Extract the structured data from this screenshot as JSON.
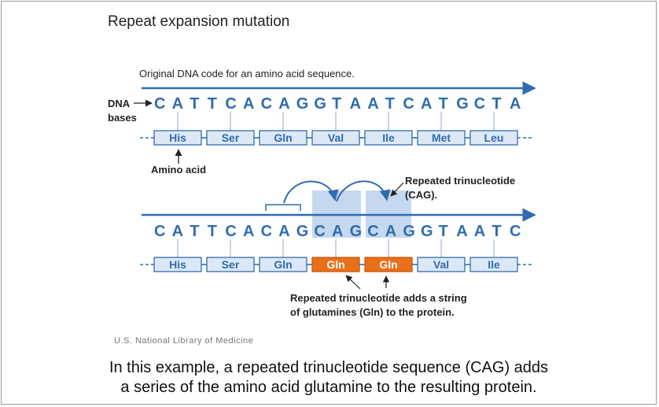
{
  "title": "Repeat expansion mutation",
  "top": {
    "heading": "Original DNA code for an amino acid sequence.",
    "dna_label_line1": "DNA",
    "dna_label_line2": "bases",
    "bases": [
      "C",
      "A",
      "T",
      "T",
      "C",
      "A",
      "C",
      "A",
      "G",
      "G",
      "T",
      "A",
      "A",
      "T",
      "C",
      "A",
      "T",
      "G",
      "C",
      "T",
      "A"
    ],
    "amino_acids": [
      "His",
      "Ser",
      "Gln",
      "Val",
      "Ile",
      "Met",
      "Leu"
    ],
    "amino_label": "Amino acid"
  },
  "bottom": {
    "repeat_label_line1": "Repeated trinucleotide",
    "repeat_label_line2": "(CAG).",
    "bases": [
      "C",
      "A",
      "T",
      "T",
      "C",
      "A",
      "C",
      "A",
      "G",
      "C",
      "A",
      "G",
      "C",
      "A",
      "G",
      "G",
      "T",
      "A",
      "A",
      "T",
      "C"
    ],
    "amino_acids": [
      "His",
      "Ser",
      "Gln",
      "Gln",
      "Gln",
      "Val",
      "Ile"
    ],
    "note_line1": "Repeated trinucleotide adds a string",
    "note_line2": "of glutamines (Gln) to the  protein."
  },
  "credit": "U.S. National Library of Medicine",
  "caption_line1": "In this example, a repeated trinucleotide sequence (CAG) adds",
  "caption_line2": "a series of the amino acid glutamine to the resulting protein.",
  "colors": {
    "blue": "#2f6cb0",
    "box_fill": "#dde8f6",
    "highlight": "#c6d8ee",
    "orange": "#e8701a"
  }
}
